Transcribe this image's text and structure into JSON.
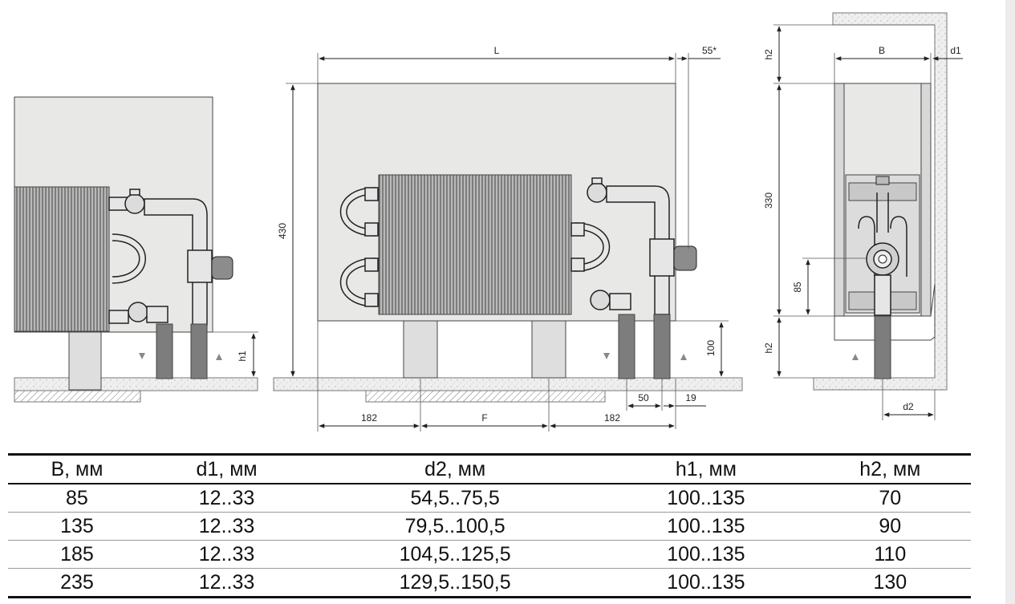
{
  "drawing": {
    "dimensions": {
      "length": "L",
      "offset_top": "55*",
      "height": "430",
      "leg_height": "100",
      "pipe_spacing": "50",
      "pipe_offset": "19",
      "left_offset": "182",
      "foot_spacing": "F",
      "right_offset": "182",
      "left_view_h1": "h1",
      "side_h2_top": "h2",
      "side_width": "B",
      "side_d1": "d1",
      "side_height": "330",
      "side_pipe_height": "85",
      "side_h2_bottom": "h2",
      "side_d2": "d2"
    }
  },
  "table": {
    "headers": [
      "B, мм",
      "d1, мм",
      "d2, мм",
      "h1, мм",
      "h2, мм"
    ],
    "rows": [
      [
        "85",
        "12..33",
        "54,5..75,5",
        "100..135",
        "70"
      ],
      [
        "135",
        "12..33",
        "79,5..100,5",
        "100..135",
        "90"
      ],
      [
        "185",
        "12..33",
        "104,5..125,5",
        "100..135",
        "110"
      ],
      [
        "235",
        "12..33",
        "129,5..150,5",
        "100..135",
        "130"
      ]
    ]
  },
  "colors": {
    "panel": "#e8e8e6",
    "fins": "#8a8a8a",
    "pipe_riser": "#7d7d7d",
    "floor": "#ededed"
  }
}
